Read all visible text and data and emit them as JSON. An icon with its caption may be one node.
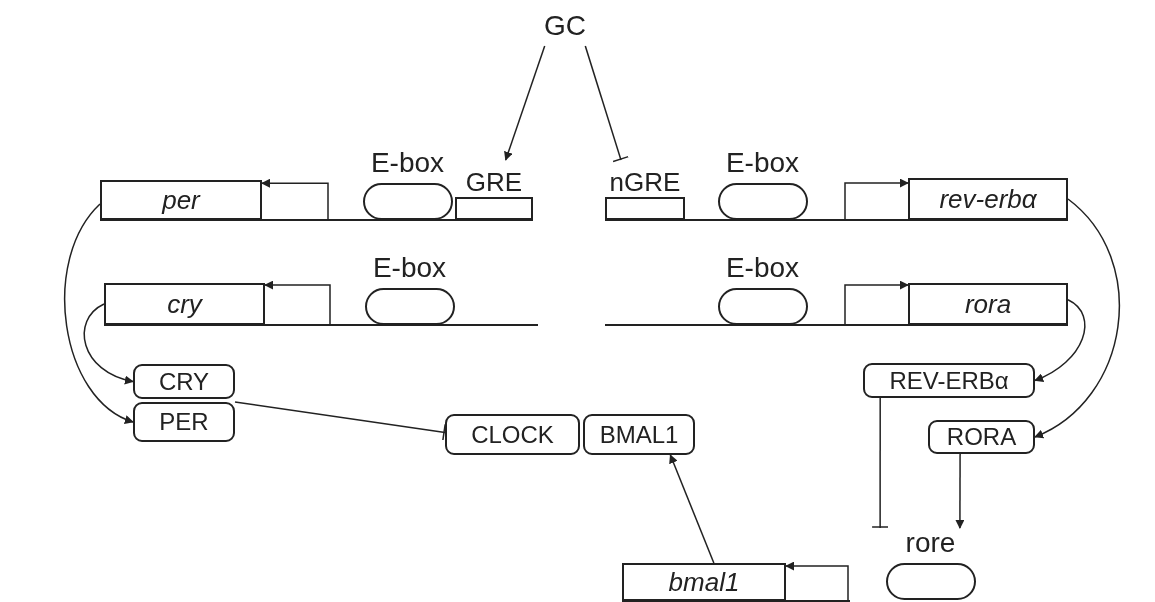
{
  "diagram": {
    "nodes": [
      {
        "text": [
          "GC"
        ]
      },
      {
        "text": [
          "per"
        ]
      },
      {
        "text": [
          "E-box"
        ]
      },
      {
        "text": [
          "GRE"
        ]
      },
      {
        "text": [
          "nGRE"
        ]
      },
      {
        "text": [
          "E-box"
        ]
      },
      {
        "text": [
          "rev-erbα"
        ]
      },
      {
        "text": [
          "cry"
        ]
      },
      {
        "text": [
          "E-box"
        ]
      },
      {
        "text": [
          "E-box"
        ]
      },
      {
        "text": [
          "rora"
        ]
      },
      {
        "text": [
          "CRY"
        ]
      },
      {
        "text": [
          "PER"
        ]
      },
      {
        "text": [
          "CLOCK"
        ]
      },
      {
        "text": [
          "BMAL1"
        ]
      },
      {
        "text": [
          "REV-ERBα"
        ]
      },
      {
        "text": [
          "RORA"
        ]
      },
      {
        "text": [
          "rore"
        ]
      },
      {
        "text": [
          "bmal1"
        ]
      }
    ],
    "edges": [
      {
        "from": 0,
        "to": 3,
        "arrow": "to"
      },
      {
        "from": 0,
        "to": 4,
        "arrow": "other"
      },
      {
        "from": 1,
        "to": 12,
        "arrow": "to"
      },
      {
        "from": 7,
        "to": 11,
        "arrow": "to"
      },
      {
        "from": 6,
        "to": 16,
        "arrow": "to"
      },
      {
        "from": 10,
        "to": 15,
        "arrow": "to"
      },
      {
        "from": 12,
        "to": 13,
        "arrow": "other"
      },
      {
        "from": 15,
        "to": 17,
        "arrow": "other"
      },
      {
        "from": 16,
        "to": 17,
        "arrow": "to"
      },
      {
        "from": 18,
        "to": 14,
        "arrow": "to"
      },
      {
        "from": null,
        "to": 1,
        "arrow": "to"
      },
      {
        "from": null,
        "to": 7,
        "arrow": "to"
      },
      {
        "from": null,
        "to": 6,
        "arrow": "to"
      },
      {
        "from": null,
        "to": 10,
        "arrow": "to"
      },
      {
        "from": null,
        "to": 18,
        "arrow": "to"
      }
    ]
  }
}
